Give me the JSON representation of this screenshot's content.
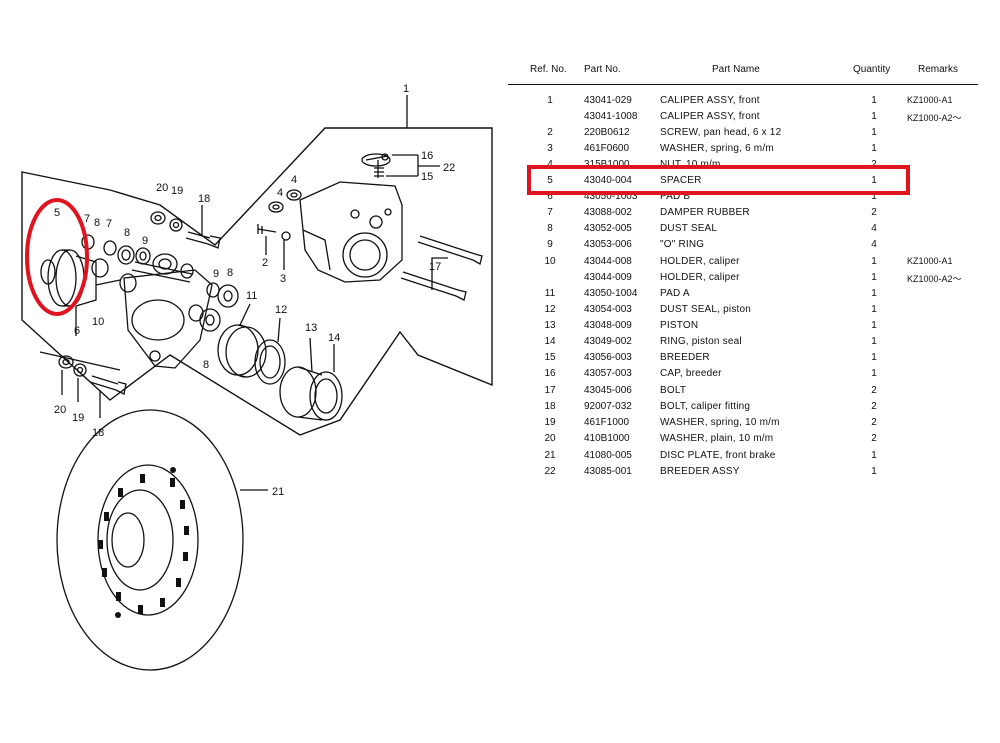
{
  "headers": {
    "ref": "Ref. No.",
    "part": "Part No.",
    "name": "Part Name",
    "qty": "Quantity",
    "remarks": "Remarks"
  },
  "rows": [
    {
      "ref": "1",
      "part": "43041-029",
      "name": "CALIPER ASSY, front",
      "qty": "1",
      "remarks": "KZ1000-A1"
    },
    {
      "ref": "",
      "part": "43041-1008",
      "name": "CALIPER ASSY, front",
      "qty": "1",
      "remarks": "KZ1000-A2～"
    },
    {
      "ref": "2",
      "part": "220B0612",
      "name": "SCREW, pan head, 6 x 12",
      "qty": "1",
      "remarks": ""
    },
    {
      "ref": "3",
      "part": "461F0600",
      "name": "WASHER, spring, 6 m/m",
      "qty": "1",
      "remarks": ""
    },
    {
      "ref": "4",
      "part": "315B1000",
      "name": "NUT, 10 m/m",
      "qty": "2",
      "remarks": ""
    },
    {
      "ref": "5",
      "part": "43040-004",
      "name": "SPACER",
      "qty": "1",
      "remarks": ""
    },
    {
      "ref": "6",
      "part": "43050-1003",
      "name": "PAD B",
      "qty": "1",
      "remarks": ""
    },
    {
      "ref": "7",
      "part": "43088-002",
      "name": "DAMPER RUBBER",
      "qty": "2",
      "remarks": ""
    },
    {
      "ref": "8",
      "part": "43052-005",
      "name": "DUST SEAL",
      "qty": "4",
      "remarks": ""
    },
    {
      "ref": "9",
      "part": "43053-006",
      "name": "\"O\" RING",
      "qty": "4",
      "remarks": ""
    },
    {
      "ref": "10",
      "part": "43044-008",
      "name": "HOLDER, caliper",
      "qty": "1",
      "remarks": "KZ1000-A1"
    },
    {
      "ref": "",
      "part": "43044-009",
      "name": "HOLDER, caliper",
      "qty": "1",
      "remarks": "KZ1000-A2～"
    },
    {
      "ref": "11",
      "part": "43050-1004",
      "name": "PAD A",
      "qty": "1",
      "remarks": ""
    },
    {
      "ref": "12",
      "part": "43054-003",
      "name": "DUST SEAL, piston",
      "qty": "1",
      "remarks": ""
    },
    {
      "ref": "13",
      "part": "43048-009",
      "name": "PISTON",
      "qty": "1",
      "remarks": ""
    },
    {
      "ref": "14",
      "part": "43049-002",
      "name": "RING, piston seal",
      "qty": "1",
      "remarks": ""
    },
    {
      "ref": "15",
      "part": "43056-003",
      "name": "BREEDER",
      "qty": "1",
      "remarks": ""
    },
    {
      "ref": "16",
      "part": "43057-003",
      "name": "CAP, breeder",
      "qty": "1",
      "remarks": ""
    },
    {
      "ref": "17",
      "part": "43045-006",
      "name": "BOLT",
      "qty": "2",
      "remarks": ""
    },
    {
      "ref": "18",
      "part": "92007-032",
      "name": "BOLT, caliper fitting",
      "qty": "2",
      "remarks": ""
    },
    {
      "ref": "19",
      "part": "461F1000",
      "name": "WASHER, spring, 10 m/m",
      "qty": "2",
      "remarks": ""
    },
    {
      "ref": "20",
      "part": "410B1000",
      "name": "WASHER, plain, 10 m/m",
      "qty": "2",
      "remarks": ""
    },
    {
      "ref": "21",
      "part": "41080-005",
      "name": "DISC PLATE, front brake",
      "qty": "1",
      "remarks": ""
    },
    {
      "ref": "22",
      "part": "43085-001",
      "name": "BREEDER ASSY",
      "qty": "1",
      "remarks": ""
    }
  ],
  "callouts": [
    "1",
    "2",
    "3",
    "4",
    "5",
    "6",
    "7",
    "8",
    "9",
    "10",
    "11",
    "12",
    "13",
    "14",
    "15",
    "16",
    "17",
    "18",
    "19",
    "20",
    "21",
    "22"
  ],
  "colors": {
    "highlight": "#e0141e",
    "ink": "#111111",
    "background": "#ffffff"
  }
}
